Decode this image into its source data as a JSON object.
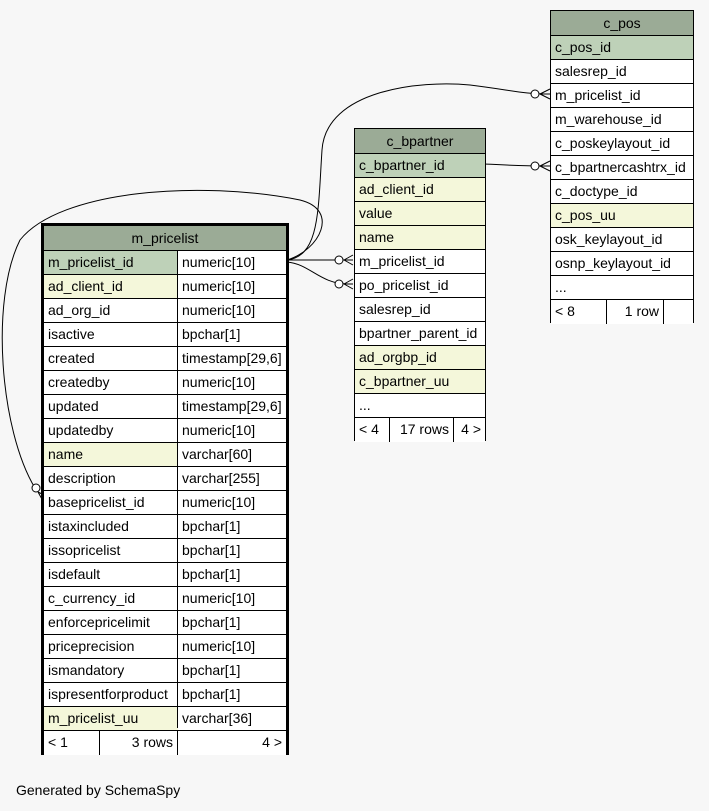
{
  "credit": "Generated by SchemaSpy",
  "tables": {
    "m_pricelist": {
      "name": "m_pricelist",
      "columns": [
        {
          "name": "m_pricelist_id",
          "type": "numeric[10]",
          "kind": "pk"
        },
        {
          "name": "ad_client_id",
          "type": "numeric[10]",
          "kind": "fk"
        },
        {
          "name": "ad_org_id",
          "type": "numeric[10]",
          "kind": "plain"
        },
        {
          "name": "isactive",
          "type": "bpchar[1]",
          "kind": "plain"
        },
        {
          "name": "created",
          "type": "timestamp[29,6]",
          "kind": "plain"
        },
        {
          "name": "createdby",
          "type": "numeric[10]",
          "kind": "plain"
        },
        {
          "name": "updated",
          "type": "timestamp[29,6]",
          "kind": "plain"
        },
        {
          "name": "updatedby",
          "type": "numeric[10]",
          "kind": "plain"
        },
        {
          "name": "name",
          "type": "varchar[60]",
          "kind": "fk"
        },
        {
          "name": "description",
          "type": "varchar[255]",
          "kind": "plain"
        },
        {
          "name": "basepricelist_id",
          "type": "numeric[10]",
          "kind": "plain"
        },
        {
          "name": "istaxincluded",
          "type": "bpchar[1]",
          "kind": "plain"
        },
        {
          "name": "issopricelist",
          "type": "bpchar[1]",
          "kind": "plain"
        },
        {
          "name": "isdefault",
          "type": "bpchar[1]",
          "kind": "plain"
        },
        {
          "name": "c_currency_id",
          "type": "numeric[10]",
          "kind": "plain"
        },
        {
          "name": "enforcepricelimit",
          "type": "bpchar[1]",
          "kind": "plain"
        },
        {
          "name": "priceprecision",
          "type": "numeric[10]",
          "kind": "plain"
        },
        {
          "name": "ismandatory",
          "type": "bpchar[1]",
          "kind": "plain"
        },
        {
          "name": "ispresentforproduct",
          "type": "bpchar[1]",
          "kind": "plain"
        },
        {
          "name": "m_pricelist_uu",
          "type": "varchar[36]",
          "kind": "fk"
        }
      ],
      "footer": {
        "parents": "< 1",
        "rows": "3 rows",
        "children": "4 >"
      }
    },
    "c_bpartner": {
      "name": "c_bpartner",
      "columns": [
        {
          "name": "c_bpartner_id",
          "kind": "pk"
        },
        {
          "name": "ad_client_id",
          "kind": "fk"
        },
        {
          "name": "value",
          "kind": "fk"
        },
        {
          "name": "name",
          "kind": "fk"
        },
        {
          "name": "m_pricelist_id",
          "kind": "plain"
        },
        {
          "name": "po_pricelist_id",
          "kind": "plain"
        },
        {
          "name": "salesrep_id",
          "kind": "plain"
        },
        {
          "name": "bpartner_parent_id",
          "kind": "plain"
        },
        {
          "name": "ad_orgbp_id",
          "kind": "fk"
        },
        {
          "name": "c_bpartner_uu",
          "kind": "fk"
        },
        {
          "name": "...",
          "kind": "plain"
        }
      ],
      "footer": {
        "parents": "< 4",
        "rows": "17 rows",
        "children": "4 >"
      }
    },
    "c_pos": {
      "name": "c_pos",
      "columns": [
        {
          "name": "c_pos_id",
          "kind": "pk"
        },
        {
          "name": "salesrep_id",
          "kind": "plain"
        },
        {
          "name": "m_pricelist_id",
          "kind": "plain"
        },
        {
          "name": "m_warehouse_id",
          "kind": "plain"
        },
        {
          "name": "c_poskeylayout_id",
          "kind": "plain"
        },
        {
          "name": "c_bpartnercashtrx_id",
          "kind": "plain"
        },
        {
          "name": "c_doctype_id",
          "kind": "plain"
        },
        {
          "name": "c_pos_uu",
          "kind": "fk"
        },
        {
          "name": "osk_keylayout_id",
          "kind": "plain"
        },
        {
          "name": "osnp_keylayout_id",
          "kind": "plain"
        },
        {
          "name": "...",
          "kind": "plain"
        }
      ],
      "footer": {
        "parents": "< 8",
        "rows": "1 row",
        "children": ""
      }
    }
  },
  "colors": {
    "header": "#9bab96",
    "primary_key": "#bed1b8",
    "indexed": "#f4f7da",
    "background": "#f7f7f7"
  }
}
